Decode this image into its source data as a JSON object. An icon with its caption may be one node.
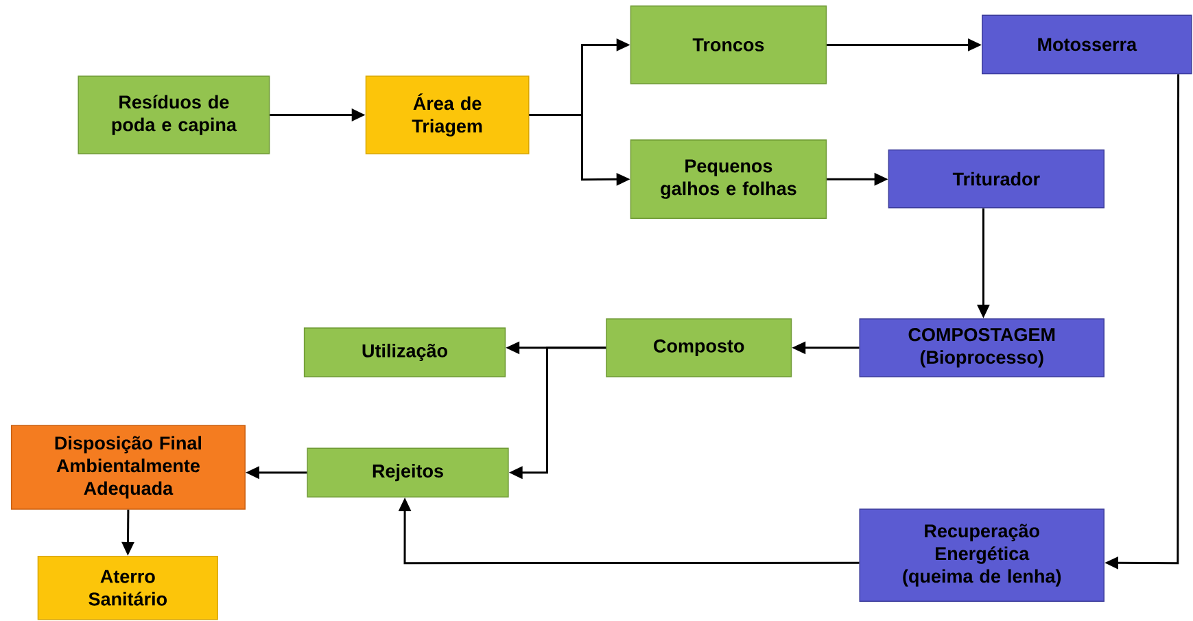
{
  "diagram": {
    "nodes": [
      {
        "text": [
          "Resíduos de poda e capina"
        ]
      },
      {
        "text": [
          "Área de Triagem"
        ]
      },
      {
        "text": [
          "Troncos"
        ]
      },
      {
        "text": [
          "Motosserra"
        ]
      },
      {
        "text": [
          "Pequenos galhos e folhas"
        ]
      },
      {
        "text": [
          "Triturador"
        ]
      },
      {
        "text": [
          "COMPOSTAGEM (Bioprocesso)"
        ]
      },
      {
        "text": [
          "Composto"
        ]
      },
      {
        "text": [
          "Utilização"
        ]
      },
      {
        "text": [
          "Disposição Final Ambientalmente Adequada"
        ]
      },
      {
        "text": [
          "Rejeitos"
        ]
      },
      {
        "text": [
          "Aterro Sanitário"
        ]
      },
      {
        "text": [
          "Recuperação Energética (queima de lenha)"
        ]
      }
    ],
    "edges": [
      {
        "from": 0,
        "to": 1,
        "arrow": "to"
      },
      {
        "from": 1,
        "to": 2,
        "arrow": "to"
      },
      {
        "from": 1,
        "to": 4,
        "arrow": "to"
      },
      {
        "from": 2,
        "to": 3,
        "arrow": "to"
      },
      {
        "from": 4,
        "to": 5,
        "arrow": "to"
      },
      {
        "from": 5,
        "to": 6,
        "arrow": "to"
      },
      {
        "from": 6,
        "to": 7,
        "arrow": "to"
      },
      {
        "from": 7,
        "to": 8,
        "arrow": "to"
      },
      {
        "from": 7,
        "to": 10,
        "arrow": "to"
      },
      {
        "from": 3,
        "to": 12,
        "arrow": "to"
      },
      {
        "from": 12,
        "to": 10,
        "arrow": "to"
      },
      {
        "from": 10,
        "to": 9,
        "arrow": "to"
      },
      {
        "from": 9,
        "to": 11,
        "arrow": "to"
      }
    ]
  }
}
